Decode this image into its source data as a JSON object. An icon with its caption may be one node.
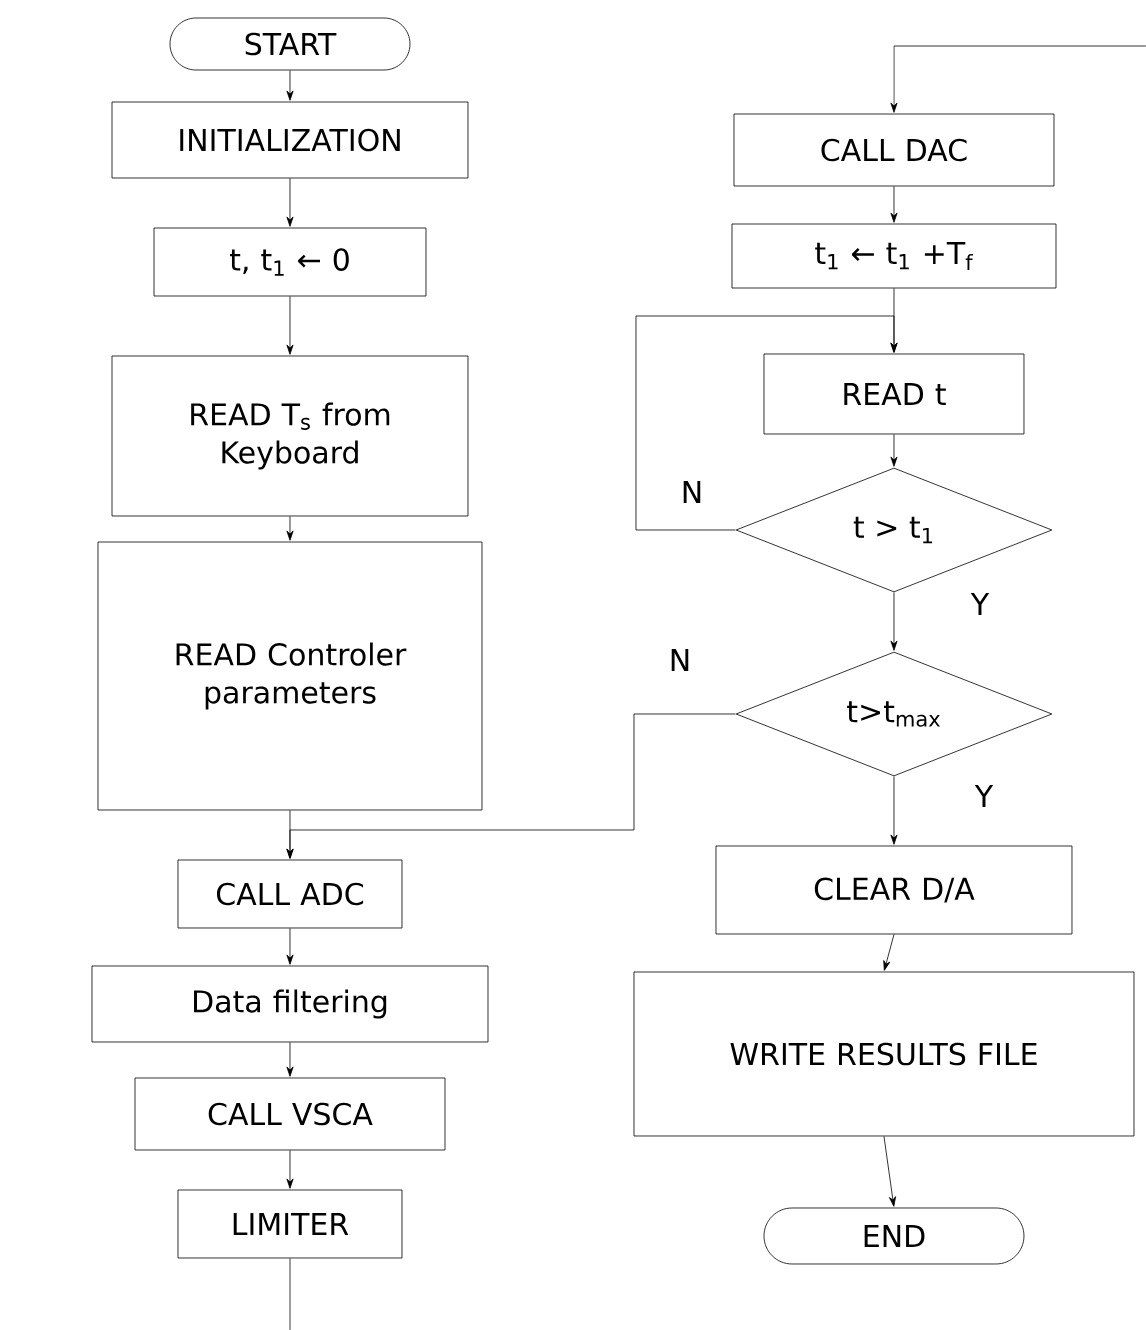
{
  "diagram": {
    "nodes": [
      {
        "text": [
          "START"
        ]
      },
      {
        "text": [
          "INITIALIZATION"
        ]
      },
      {
        "text": [
          "t, t$_{1}$ ← 0"
        ]
      },
      {
        "text": [
          "READ T$_{s}$ from Keyboard"
        ]
      },
      {
        "text": [
          "READ Controler parameters"
        ]
      },
      {
        "text": [
          "CALL ADC"
        ]
      },
      {
        "text": [
          "Data filtering"
        ]
      },
      {
        "text": [
          "CALL VSCA"
        ]
      },
      {
        "text": [
          "LIMITER"
        ]
      },
      {
        "text": [
          "CALL DAC"
        ]
      },
      {
        "text": [
          "t$_{1}$ ← t$_{1}$ +T$_{f}$"
        ]
      },
      {
        "text": [
          "READ t"
        ]
      },
      {
        "text": [
          "t > t$_{1}$"
        ]
      },
      {
        "text": [
          "t>t$_{max}$"
        ]
      },
      {
        "text": [
          "CLEAR D/A"
        ]
      },
      {
        "text": [
          "WRITE RESULTS FILE"
        ]
      },
      {
        "text": [
          "END"
        ]
      }
    ],
    "edges": [
      {
        "from": 0,
        "to": 1,
        "arrow": "to"
      },
      {
        "from": 1,
        "to": 2,
        "arrow": "to"
      },
      {
        "from": 2,
        "to": 3,
        "arrow": "to"
      },
      {
        "from": 3,
        "to": 4,
        "arrow": "to"
      },
      {
        "from": 4,
        "to": 5,
        "arrow": "to"
      },
      {
        "from": 5,
        "to": 6,
        "arrow": "to"
      },
      {
        "from": 6,
        "to": 7,
        "arrow": "to"
      },
      {
        "from": 7,
        "to": 8,
        "arrow": "to"
      },
      {
        "from": 8,
        "to": null,
        "arrow": "none"
      },
      {
        "from": null,
        "to": 9,
        "arrow": "to"
      },
      {
        "from": 9,
        "to": 10,
        "arrow": "to"
      },
      {
        "from": 10,
        "to": 11,
        "arrow": "to"
      },
      {
        "from": 11,
        "to": 12,
        "arrow": "to"
      },
      {
        "from": 12,
        "to": 11,
        "label": "N",
        "arrow": "to"
      },
      {
        "from": 12,
        "to": 13,
        "label": "Y",
        "arrow": "to"
      },
      {
        "from": 13,
        "to": 5,
        "label": "N",
        "arrow": "to"
      },
      {
        "from": 13,
        "to": 14,
        "label": "Y",
        "arrow": "to"
      },
      {
        "from": 14,
        "to": 15,
        "arrow": "to"
      },
      {
        "from": 15,
        "to": 16,
        "arrow": "to"
      }
    ]
  }
}
